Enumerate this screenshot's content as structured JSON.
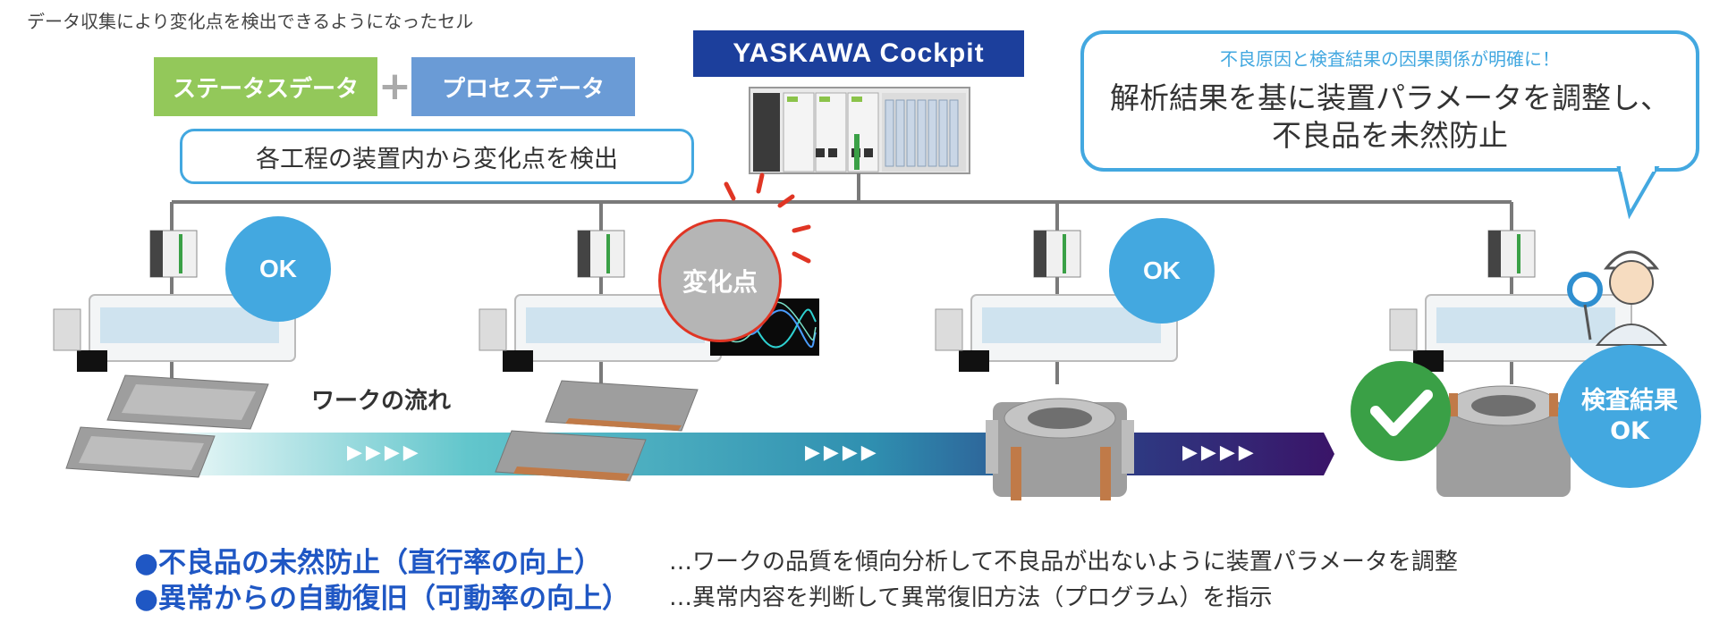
{
  "caption": "データ収集により変化点を検出できるようになったセル",
  "tags": {
    "status": "ステータスデータ",
    "plus": "+",
    "process": "プロセスデータ"
  },
  "detect_box": "各工程の装置内から変化点を検出",
  "cockpit_title": "YASKAWA  Cockpit",
  "speech": {
    "sub": "不良原因と検査結果の因果関係が明確に！",
    "line1": "解析結果を基に装置パラメータを調整し、",
    "line2": "不良品を未然防止"
  },
  "circles": {
    "ok1": "OK",
    "change": "変化点",
    "ok2": "OK",
    "inspect_line1": "検査結果",
    "inspect_line2": "OK"
  },
  "flow_label": "ワークの流れ",
  "arrows": [
    "▶▶▶▶",
    "▶▶▶▶",
    "▶▶▶▶"
  ],
  "bullets": [
    {
      "title": "●不良品の未然防止（直行率の向上）",
      "desc": "…ワークの品質を傾向分析して不良品が出ないように装置パラメータを調整"
    },
    {
      "title": "●異常からの自動復旧（可動率の向上）",
      "desc": "…異常内容を判断して異常復旧方法（プログラム）を指示"
    }
  ],
  "colors": {
    "accent_blue": "#43a8e0",
    "cockpit_navy": "#1c3f9c",
    "status_green": "#93c85a",
    "process_blue": "#6a9bd6",
    "alert_red": "#e03524",
    "ok_green": "#3aa046",
    "bullet_blue": "#1f57c4"
  },
  "icons": [
    "controller-rack-icon",
    "plc-icon",
    "processing-machine-icon",
    "workpiece-icon",
    "gear-part-icon",
    "waveform-icon",
    "checkmark-icon",
    "inspector-worker-icon",
    "alert-burst-icon"
  ]
}
